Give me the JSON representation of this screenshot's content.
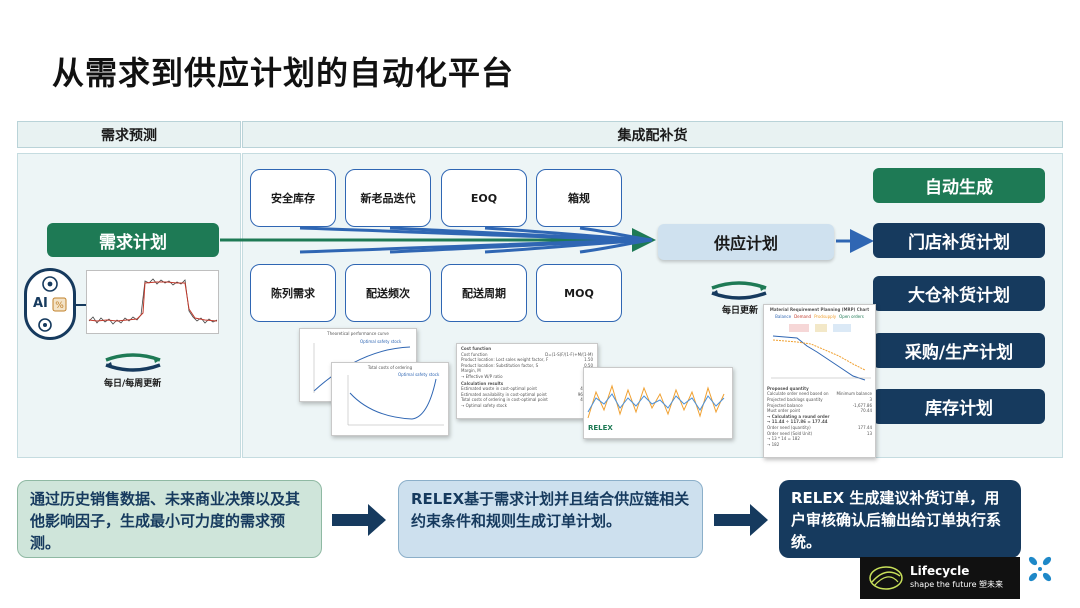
{
  "title": "从需求到供应计划的自动化平台",
  "headers": {
    "left": "需求预测",
    "right": "集成配补货"
  },
  "demand_plan": "需求计划",
  "ai_label": "AI",
  "demand_cycle": "每日/每周更新",
  "params_top": [
    "安全库存",
    "新老品迭代",
    "EOQ",
    "箱规"
  ],
  "params_bottom": [
    "陈列需求",
    "配送频次",
    "配送周期",
    "MOQ"
  ],
  "supply_plan": "供应计划",
  "supply_cycle": "每日更新",
  "auto_gen": "自动生成",
  "outputs": [
    "门店补货计划",
    "大仓补货计划",
    "采购/生产计划",
    "库存计划"
  ],
  "thumbnails": {
    "perf_title": "Theoretical performance curve",
    "perf_point": "Optimal safety stock",
    "cost_title": "Total costs of ordering",
    "cost_point": "Optimal safety stock",
    "calc_header": "Cost function",
    "calc_rows": [
      {
        "k": "Cost function",
        "v": "D=(1-S)F/(1-F)+M/(1-M)"
      },
      {
        "k": "Product location: Lost sales weight factor, F",
        "v": "1.50"
      },
      {
        "k": "Product location: Substitution factor, S",
        "v": "0.50"
      },
      {
        "k": "Margin, M",
        "v": "0.30"
      },
      {
        "k": "→ Effective W/P ratio",
        "v": "1.07"
      }
    ],
    "calc_results_header": "Calculation results",
    "calc_results": [
      {
        "k": "Estimated waste in cost-optimal point",
        "v": "4.46%"
      },
      {
        "k": "Estimated availability in cost-optimal point",
        "v": "96.17%"
      },
      {
        "k": "Total costs of ordering in cost-optimal point",
        "v": "4.49%"
      },
      {
        "k": "→ Optimal safety stock",
        "v": "4"
      }
    ],
    "mrp_title": "Material Requirement Planning (MRP) Chart",
    "mrp_legend": [
      "Balance",
      "Demand",
      "Prodsupply",
      "Open orders"
    ],
    "proposed_header": "Proposed quantity",
    "proposed_rows": [
      {
        "k": "Calculate order need based on",
        "v": "Minimum balance"
      },
      {
        "k": "Projected backlogs quantity",
        "v": "3"
      },
      {
        "k": "Projected balance",
        "v": "-1,677.86"
      },
      {
        "k": "Must order point",
        "v": "70.44"
      },
      {
        "k": "→ Calculating a round order",
        "v": ""
      },
      {
        "k": "→ 11.44 ÷ 117.86 = 177.44",
        "v": ""
      },
      {
        "k": "Order need (quantity)",
        "v": "177.44"
      },
      {
        "k": "Order need (Sold Unit)",
        "v": "13"
      },
      {
        "k": "→ 13 * 14 = 182",
        "v": ""
      },
      {
        "k": "→ 182",
        "v": ""
      }
    ],
    "relex_watermark": "RELEX"
  },
  "notes": [
    "通过历史销售数据、未来商业决策以及其他影响因子，生成最小可力度的需求预测。",
    "RELEX基于需求计划并且结合供应链相关约束条件和规则生成订单计划。",
    "RELEX 生成建议补货订单，用户审核确认后输出给订单执行系统。"
  ],
  "logo": {
    "name": "Lifecycle",
    "tagline": "shape the future 塑未来"
  },
  "colors": {
    "green": "#1e7a55",
    "navy": "#163a5e",
    "blue": "#2f66b3",
    "light_green": "#cfe5da",
    "light_blue": "#cde0ee"
  }
}
